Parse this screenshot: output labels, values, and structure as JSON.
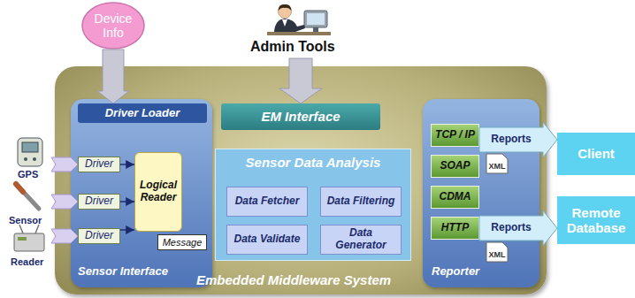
{
  "diagram": {
    "nodes": [
      {
        "text": [
          "Embedded Middleware System"
        ]
      },
      {
        "text": [
          "Device Info"
        ]
      },
      {
        "text": [
          "Sensor Interface"
        ],
        "in": 0
      },
      {
        "text": [
          "Driver Loader"
        ],
        "in": 2
      },
      {
        "text": [
          "Driver"
        ],
        "in": 2
      },
      {
        "text": [
          "Driver"
        ],
        "in": 2
      },
      {
        "text": [
          "Driver"
        ],
        "in": 2
      },
      {
        "text": [
          "Logical Reader"
        ],
        "in": 2
      },
      {
        "text": [
          "Message"
        ],
        "in": 2
      },
      {
        "text": [
          "EM Interface"
        ],
        "in": 0
      },
      {
        "text": [
          "Sensor Data Analysis"
        ],
        "in": 0
      },
      {
        "text": [
          "Data Fetcher"
        ],
        "in": 10
      },
      {
        "text": [
          "Data Filtering"
        ],
        "in": 10
      },
      {
        "text": [
          "Data Validate"
        ],
        "in": 10
      },
      {
        "text": [
          "Data Generator"
        ],
        "in": 10
      },
      {
        "text": [
          "Reporter"
        ],
        "in": 0
      },
      {
        "text": [
          "TCP / IP"
        ],
        "in": 15
      },
      {
        "text": [
          "SOAP"
        ],
        "in": 15
      },
      {
        "text": [
          "CDMA"
        ],
        "in": 15
      },
      {
        "text": [
          "HTTP"
        ],
        "in": 15
      },
      {
        "text": [
          "Client"
        ]
      },
      {
        "text": [
          "Remote Database"
        ]
      }
    ],
    "edges": [
      {
        "from": 1,
        "to": 3,
        "arrow": "to"
      },
      {
        "from": 4,
        "to": 7,
        "arrow": "to"
      },
      {
        "from": 5,
        "to": 7,
        "arrow": "to"
      },
      {
        "from": 6,
        "to": 7,
        "arrow": "to"
      },
      {
        "from": 16,
        "to": 20,
        "label": "Reports",
        "arrow": "to"
      },
      {
        "from": 19,
        "to": 21,
        "label": "Reports",
        "arrow": "to"
      }
    ],
    "labels": [
      "Admin Tools",
      "GPS",
      "Sensor",
      "Reader",
      "XML",
      "XML"
    ]
  }
}
